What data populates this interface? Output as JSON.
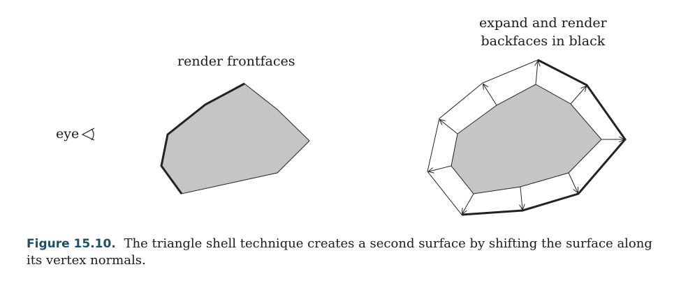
{
  "labels": {
    "eye": "eye",
    "render_frontfaces": "render frontfaces",
    "expand_line1": "expand and render",
    "expand_line2": "backfaces in black"
  },
  "caption": {
    "figure_number": "Figure 15.10.",
    "text": "The triangle shell technique creates a second surface by shifting the surface along its vertex normals."
  },
  "colors": {
    "fill": "#c4c5c7",
    "stroke": "#222222"
  }
}
